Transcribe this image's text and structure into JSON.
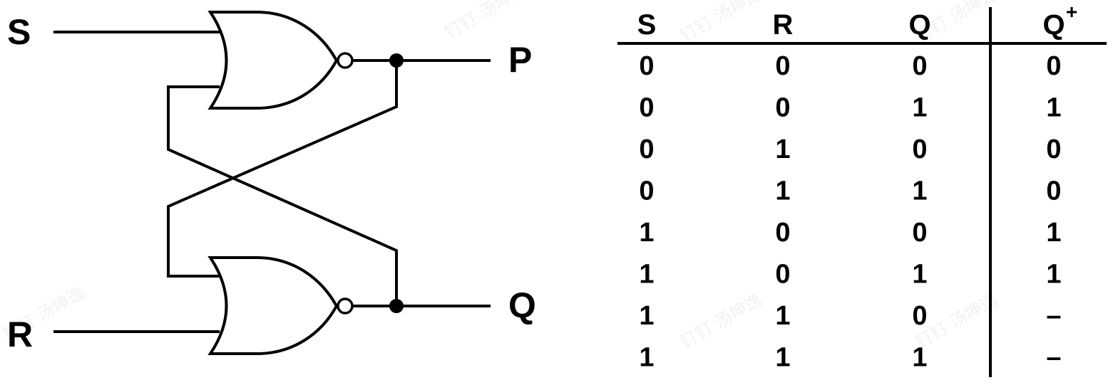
{
  "circuit": {
    "inputs": {
      "s": "S",
      "r": "R"
    },
    "outputs": {
      "p": "P",
      "q": "Q"
    },
    "gates": [
      "nor-gate-top",
      "nor-gate-bottom"
    ]
  },
  "truth_table": {
    "headers": [
      "S",
      "R",
      "Q",
      "Q"
    ],
    "next_state_superscript": "+",
    "rows": [
      [
        "0",
        "0",
        "0",
        "0"
      ],
      [
        "0",
        "0",
        "1",
        "1"
      ],
      [
        "0",
        "1",
        "0",
        "0"
      ],
      [
        "0",
        "1",
        "1",
        "0"
      ],
      [
        "1",
        "0",
        "0",
        "1"
      ],
      [
        "1",
        "0",
        "1",
        "1"
      ],
      [
        "1",
        "1",
        "0",
        "–"
      ],
      [
        "1",
        "1",
        "1",
        "–"
      ]
    ]
  },
  "watermark": "钉钉 汤坤逸"
}
